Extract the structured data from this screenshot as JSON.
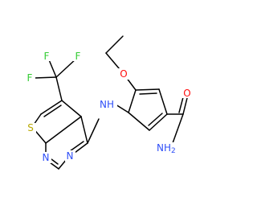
{
  "molecule": {
    "atoms": {
      "F1": {
        "text": "F",
        "color": "#33cc33"
      },
      "F2": {
        "text": "F",
        "color": "#33cc33"
      },
      "F3": {
        "text": "F",
        "color": "#33cc33"
      },
      "O_ether": {
        "text": "O",
        "color": "#ff0d0d"
      },
      "NH_link": {
        "text": "N",
        "sub": "H",
        "color": "#3050f8"
      },
      "S1": {
        "text": "S",
        "color": "#b8a800"
      },
      "N_pyr1": {
        "text": "N",
        "color": "#3050f8"
      },
      "N_pyr2": {
        "text": "N",
        "color": "#3050f8"
      },
      "O_amide": {
        "text": "O",
        "color": "#ff0d0d"
      },
      "NH2": {
        "text": "NH",
        "sub": "2",
        "color": "#3050f8"
      }
    }
  }
}
